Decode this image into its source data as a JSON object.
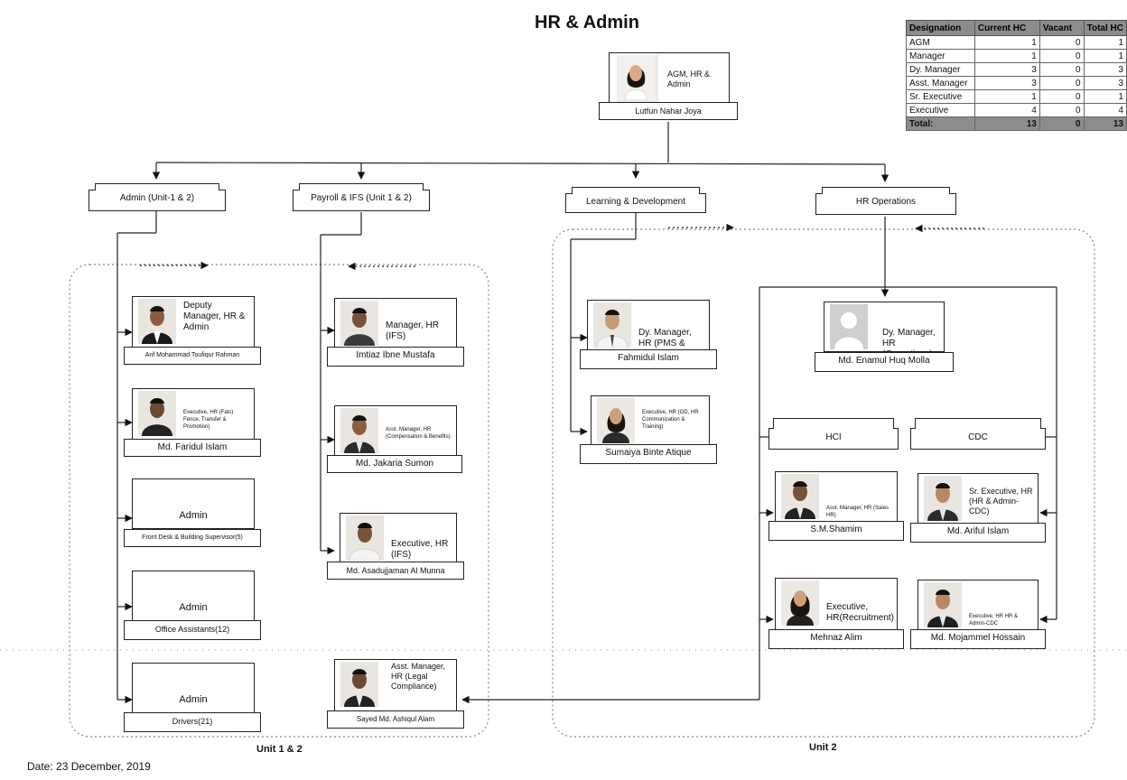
{
  "title": "HR & Admin",
  "headcount_table": {
    "headers": [
      "Designation",
      "Current HC",
      "Vacant",
      "Total HC"
    ],
    "rows": [
      {
        "designation": "AGM",
        "current": "1",
        "vacant": "0",
        "total": "1"
      },
      {
        "designation": "Manager",
        "current": "1",
        "vacant": "0",
        "total": "1"
      },
      {
        "designation": "Dy. Manager",
        "current": "3",
        "vacant": "0",
        "total": "3"
      },
      {
        "designation": "Asst. Manager",
        "current": "3",
        "vacant": "0",
        "total": "3"
      },
      {
        "designation": "Sr. Executive",
        "current": "1",
        "vacant": "0",
        "total": "1"
      },
      {
        "designation": "Executive",
        "current": "4",
        "vacant": "0",
        "total": "4"
      }
    ],
    "total": {
      "designation": "Total:",
      "current": "13",
      "vacant": "0",
      "total": "13"
    }
  },
  "head": {
    "role": "AGM, HR & Admin",
    "name": "Lutfun Nahar Joya"
  },
  "departments": {
    "admin": "Admin (Unit-1 & 2)",
    "payroll": "Payroll & IFS (Unit 1 & 2)",
    "ld": "Learning & Development",
    "hrops": "HR Operations"
  },
  "admin_unit": [
    {
      "role": "Deputy Manager, HR & Admin",
      "name": "Arif Mohammad Toufiqur Rahman"
    },
    {
      "role": "Executive, HR (Fats) Fence, Transfer & Promotion)",
      "name": "Md. Faridul Islam"
    },
    {
      "role": "Admin",
      "name": "Front Desk & Building Supervisor(5)"
    },
    {
      "role": "Admin",
      "name": "Office Assistants(12)"
    },
    {
      "role": "Admin",
      "name": "Drivers(21)"
    }
  ],
  "payroll_unit": [
    {
      "role": "Manager, HR (IFS)",
      "name": "Imtiaz Ibne Mustafa"
    },
    {
      "role": "Asst. Manager, HR (Compensation & Benefits)",
      "name": "Md. Jakaria Sumon"
    },
    {
      "role": "Executive, HR (IFS)",
      "name": "Md. Asadujjaman Al Munna"
    },
    {
      "role": "Asst. Manager, HR (Legal Compliance)",
      "name": "Sayed Md. Ashiqul Alam"
    }
  ],
  "ld_unit": [
    {
      "role": "Dy. Manager, HR (PMS & Training)",
      "name": "Fahmidul Islam"
    },
    {
      "role": "Executive, HR (OD, HR Communication & Training)",
      "name": "Sumaiya Binte Atique"
    }
  ],
  "hrops_unit": {
    "head": {
      "role": "Dy. Manager, HR (Operations)",
      "name": "Md. Enamul Huq Molla"
    },
    "groups": [
      "HCI",
      "CDC"
    ],
    "hci": [
      {
        "role": "Asst. Manager, HR (Sales HR)",
        "name": "S.M.Shamim"
      },
      {
        "role": "Executive, HR(Recruitment)",
        "name": "Mehnaz Alim"
      }
    ],
    "cdc": [
      {
        "role": "Sr. Executive, HR (HR & Admin-CDC)",
        "name": "Md. Ariful Islam"
      },
      {
        "role": "Executive, HR HR & Admin-CDC",
        "name": "Md. Mojammel Hossain"
      }
    ]
  },
  "units": {
    "left": "Unit 1 & 2",
    "right": "Unit 2"
  },
  "date": "Date: 23 December, 2019"
}
